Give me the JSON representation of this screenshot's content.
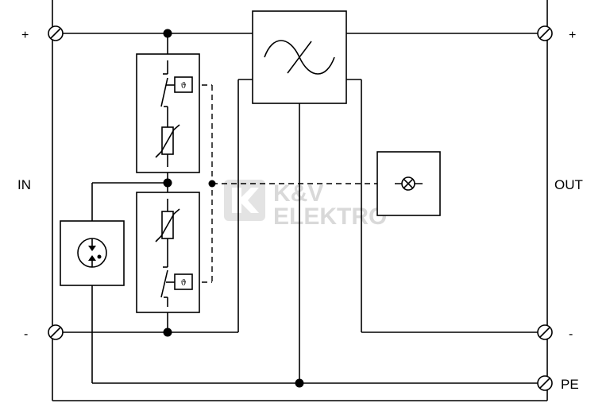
{
  "labels": {
    "in": "IN",
    "out": "OUT",
    "pe": "PE",
    "in_plus": "+",
    "in_minus": "-",
    "out_plus": "+",
    "out_minus": "-",
    "theta_top": "ϑ",
    "theta_bottom": "ϑ"
  },
  "watermark": {
    "line1": "K&V",
    "line2": "ELEKTRO"
  },
  "colors": {
    "line": "#000000",
    "watermark": "#d9d9d9",
    "background": "#ffffff"
  }
}
